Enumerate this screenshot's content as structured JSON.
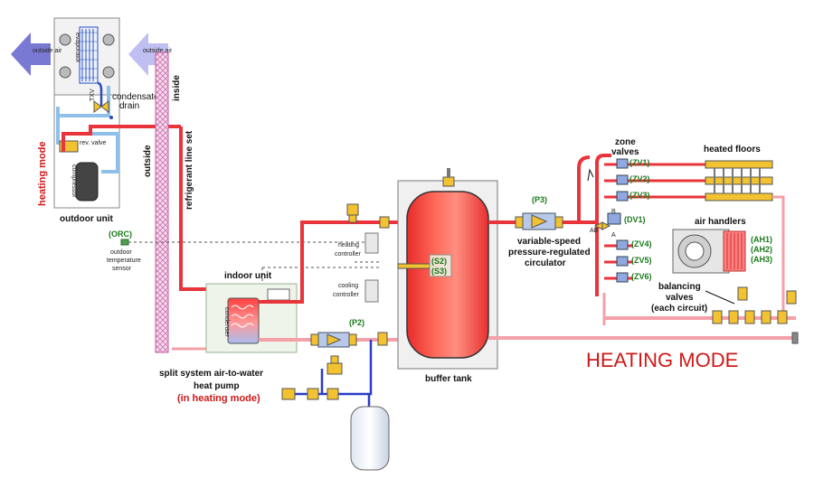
{
  "labels": {
    "outside_air_left": "outside air",
    "outside_air_right": "outside air",
    "evaporator": "evaporator",
    "txv": "TXV",
    "condensate_drain": "condensate drain",
    "rev_valve": "rev. valve",
    "compressor": "compressor",
    "heating_mode_vertical": "heating mode",
    "outdoor_unit": "outdoor unit",
    "inside": "inside",
    "outside": "outside",
    "refrigerant_line_set": "refrigerant line set",
    "orc": "(ORC)",
    "outdoor_temp_sensor_1": "outdoor",
    "outdoor_temp_sensor_2": "temperature",
    "outdoor_temp_sensor_3": "sensor",
    "heating_controller_1": "heating",
    "heating_controller_2": "controller",
    "cooling_controller_1": "cooling",
    "cooling_controller_2": "controller",
    "indoor_unit": "indoor unit",
    "condenser": "condenser",
    "p2": "(P2)",
    "split_system_1": "split system air-to-water",
    "split_system_2": "heat pump",
    "split_system_3": "(in heating mode)",
    "s2": "(S2)",
    "s3": "(S3)",
    "buffer_tank": "buffer tank",
    "p3": "(P3)",
    "circulator_1": "variable-speed",
    "circulator_2": "pressure-regulated",
    "circulator_3": "circulator",
    "zone_valves_1": "zone",
    "zone_valves_2": "valves",
    "zv1": "(ZV1)",
    "zv2": "(ZV2)",
    "zv3": "(ZV3)",
    "dv1": "(DV1)",
    "zv4": "(ZV4)",
    "zv5": "(ZV5)",
    "zv6": "(ZV6)",
    "port_ab": "AB",
    "port_a": "A",
    "port_b": "B",
    "heated_floors": "heated floors",
    "air_handlers": "air handlers",
    "ah1": "(AH1)",
    "ah2": "(AH2)",
    "ah3": "(AH3)",
    "balancing_1": "balancing",
    "balancing_2": "valves",
    "balancing_3": "(each circuit)",
    "heating_mode_big": "HEATING MODE"
  },
  "colors": {
    "hot_pipe": "#e8343a",
    "cool_pipe": "#f4a0a8",
    "refrigerant_cold": "#8fc0ea",
    "mode_red": "#d01818",
    "label_green": "#1a7a1a"
  }
}
